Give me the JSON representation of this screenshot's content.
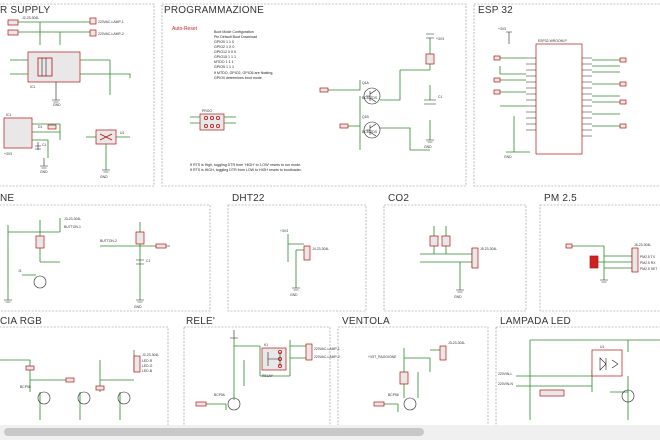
{
  "sections": {
    "power_supply": "R SUPPLY",
    "programmazione": "PROGRAMMAZIONE",
    "esp32": "ESP 32",
    "one": "NE",
    "dht22": "DHT22",
    "co2": "CO2",
    "pm25": "PM 2.5",
    "rgb": "CIA RGB",
    "rele": "RELE'",
    "ventola": "VENTOLA",
    "lampada": "LAMPADA LED"
  },
  "prog": {
    "auto_reset": "Auto-Reset",
    "boot_title": "Boot Mode Configuration",
    "boot_table": [
      "Pin     Default    Boot    Download",
      "GPIO0      1         1         0",
      "GPIO2      1         X         0",
      "GPIO12     0         0         0",
      "GPIO15     1         1         1",
      "MTDO       1         1         1",
      "GPIO5      1         1         1"
    ],
    "boot_notes": [
      "If MTDO, GPIO2, GPIO5 are floating,",
      "GPIO0 determines boot mode"
    ],
    "reset_notes": [
      "If RTS is High, toggling DTR from 'HIGH' to 'LOW' resets to run mode.",
      "If RTS is HIGH, toggling DTR from LOW to HIGH resets to bootloader."
    ]
  },
  "parts": {
    "esp_label": "ESP32-WROOM-P",
    "q1a": "Q1A",
    "q1b": "Q1B",
    "q_type": "BC817DS",
    "q_type2": "BCP56",
    "gnd": "GND",
    "v33": "+3V3",
    "vin": "+V5V",
    "lamp1": "220VAC-LAMP-1",
    "lamp2": "220VAC-LAMP-2",
    "pwr_ic": "IC1",
    "cap_c1": "C1",
    "res_r1": "R1",
    "d1": "D1",
    "k1": "K1",
    "u1": "U1",
    "j1": "J1",
    "relay_label": "RELAY",
    "vent_label": "+V5T_RAGGIONE",
    "prog_header": "PROG",
    "button1": "BUTTON-1",
    "button2": "BUTTON-2",
    "header_ids": [
      "J2-23-304L",
      "J3-23-304L",
      "J4-23-304L",
      "J5-23-304L",
      "J6-23-304L"
    ],
    "lamp_in": [
      "220VIN-L",
      "220VIN-N"
    ],
    "pm_refs": [
      "PM2.5 TX",
      "PM2.5 RX",
      "PM2.5 SET"
    ],
    "led_rgb": [
      "LED-R",
      "LED-G",
      "LED-B"
    ]
  }
}
